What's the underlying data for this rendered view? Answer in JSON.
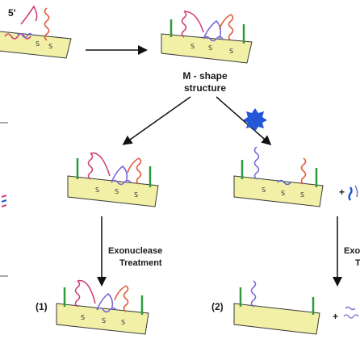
{
  "labels": {
    "five_prime": "5'",
    "m_shape_line1": "M - shape",
    "m_shape_line2": "structure",
    "exo_left_line1": "Exonuclease",
    "exo_left_line2": "Treatment",
    "exo_right_line1": "Exo",
    "exo_right_line2": "T",
    "product_1": "(1)",
    "product_2": "(2)",
    "plus_mid": "+",
    "plus_bottom": "+"
  },
  "mismatch_marker": "S",
  "colors": {
    "substrate_fill": "#f1f0a6",
    "substrate_stroke": "#3a3a3a",
    "strand_pink": "#d1407e",
    "strand_purple": "#7a6ad6",
    "strand_red": "#e05a3a",
    "strand_green": "#2e9a3e",
    "strand_blue": "#4a6ad8",
    "enzyme_blue": "#2456d8",
    "arrow": "#111111"
  }
}
